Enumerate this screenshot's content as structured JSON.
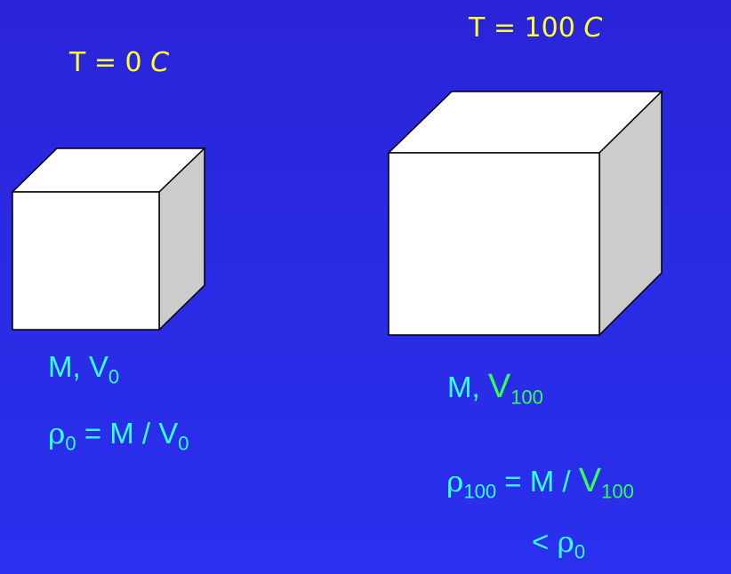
{
  "left": {
    "temp_label": "T = 0",
    "temp_unit": "C",
    "mass_volume": {
      "mass": "M, ",
      "volume_symbol": "V",
      "volume_sub": "0"
    },
    "density_eq": {
      "rho": "ρ",
      "rho_sub": "0",
      "mid": " = M / ",
      "volume_symbol": "V",
      "volume_sub": "0"
    }
  },
  "right": {
    "temp_label": "T = 100",
    "temp_unit": "C",
    "mass_volume": {
      "mass": "M, ",
      "volume_symbol": "V",
      "volume_sub": "100"
    },
    "density_eq": {
      "rho": "ρ",
      "rho_sub": "100",
      "mid": " = M / ",
      "volume_symbol": "V",
      "volume_sub": "100"
    },
    "comparison": {
      "op": "< ",
      "rho": "ρ",
      "rho_sub": "0"
    }
  },
  "colors": {
    "background": "#2a2ae2",
    "temperature_text": "#ffff33",
    "label_text": "#33ffff",
    "highlight_text": "#33ff55",
    "cube_face": "#ffffff",
    "cube_side": "#cccccc"
  }
}
